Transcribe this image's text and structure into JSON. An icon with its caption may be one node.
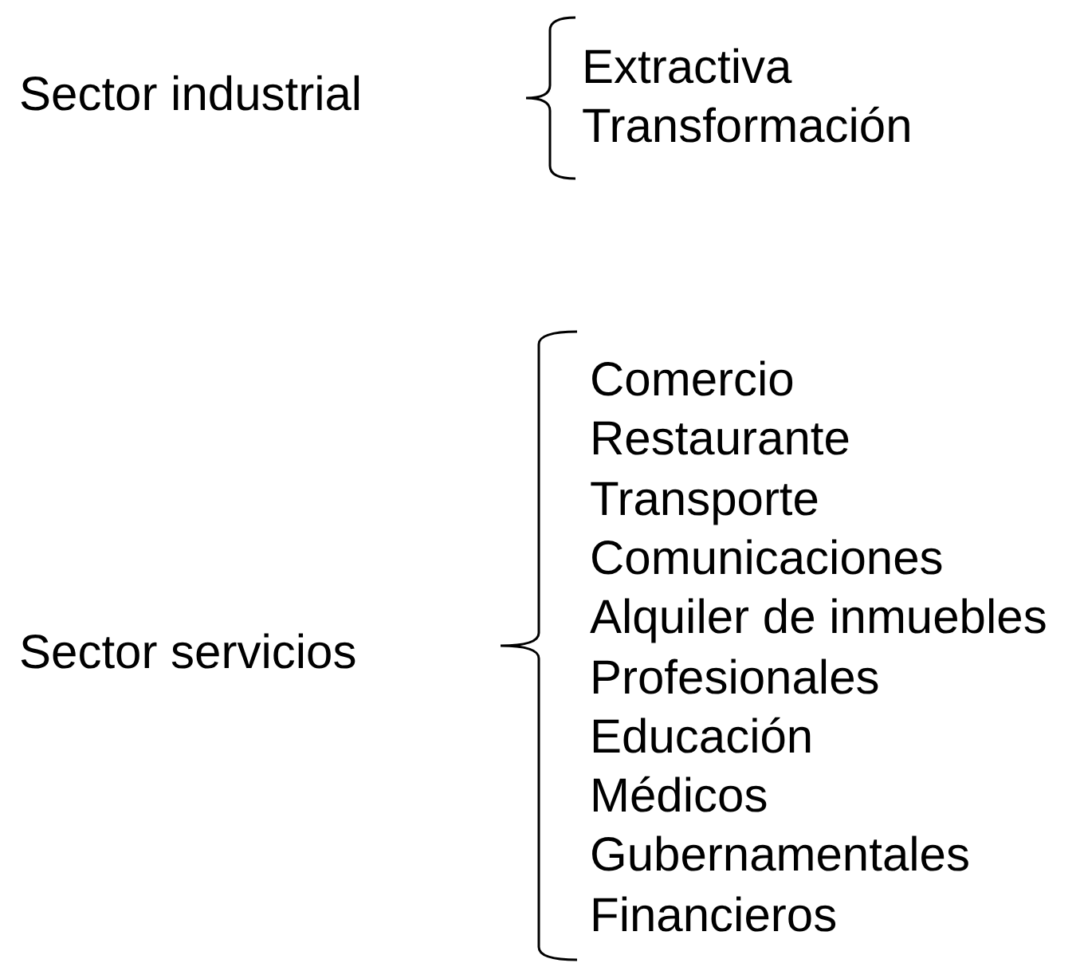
{
  "diagram": {
    "labels": [
      "Sector industrial",
      "Extractiva",
      "Transformación",
      "Sector servicios",
      "Comercio",
      "Restaurante",
      "Transporte",
      "Comunicaciones",
      "Alquiler de inmuebles",
      "Profesionales",
      "Educación",
      "Médicos",
      "Gubernamentales",
      "Financieros"
    ]
  }
}
